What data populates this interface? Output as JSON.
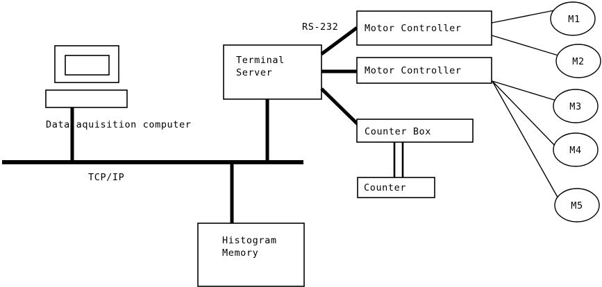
{
  "diagram": {
    "title": "Data acquisition system block diagram",
    "background_color": "#ffffff",
    "line_color": "#000000",
    "nodes": {
      "data_acquisition_computer": {
        "label": "Data aquisition computer",
        "kind": "computer-workstation"
      },
      "terminal_server": {
        "label_line1": "Terminal",
        "label_line2": "Server",
        "kind": "box"
      },
      "motor_controller_1": {
        "label": "Motor Controller",
        "kind": "box"
      },
      "motor_controller_2": {
        "label": "Motor Controller",
        "kind": "box"
      },
      "counter_box": {
        "label": "Counter Box",
        "kind": "box"
      },
      "counter": {
        "label": "Counter",
        "kind": "box"
      },
      "histogram_memory": {
        "label_line1": "Histogram",
        "label_line2": "Memory",
        "kind": "box"
      }
    },
    "motors": [
      {
        "label": "M1"
      },
      {
        "label": "M2"
      },
      {
        "label": "M3"
      },
      {
        "label": "M4"
      },
      {
        "label": "M5"
      }
    ],
    "edge_labels": {
      "network_bus": "TCP/IP",
      "serial_link": "RS-232"
    }
  }
}
